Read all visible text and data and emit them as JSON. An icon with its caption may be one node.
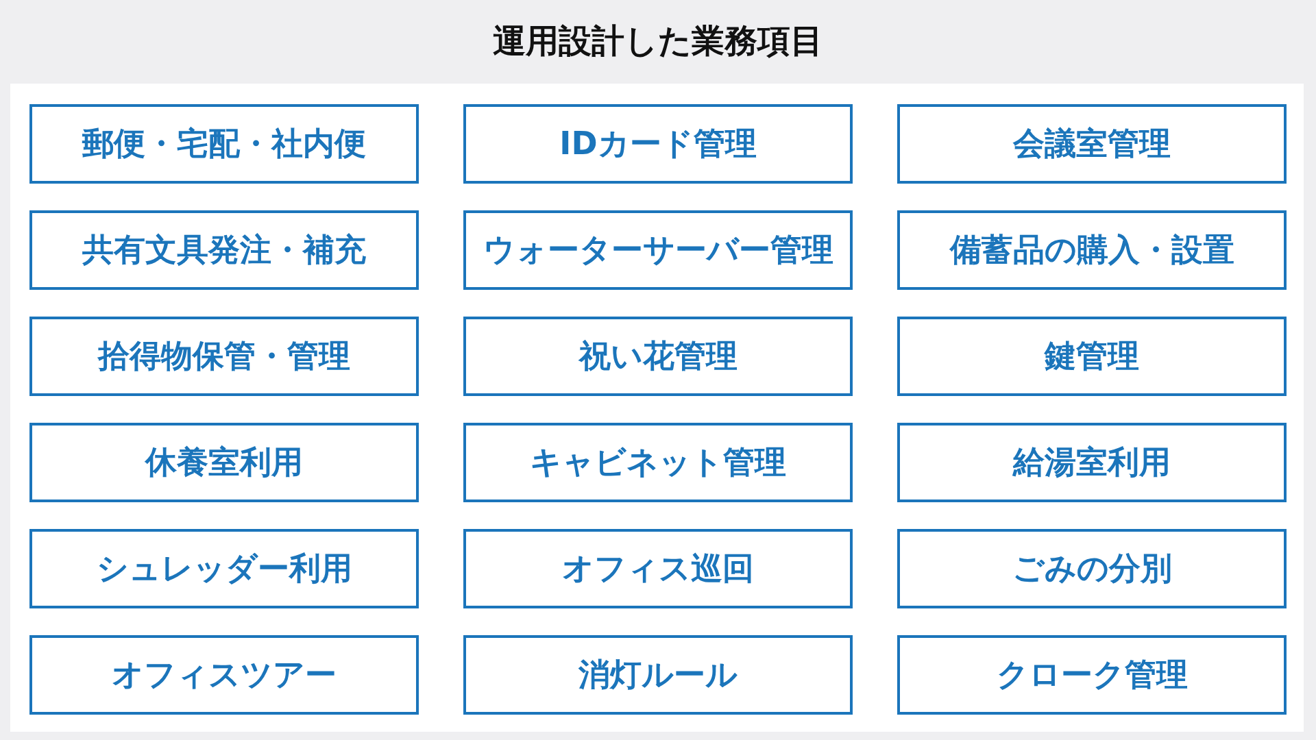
{
  "diagram": {
    "title": "運用設計した業務項目",
    "nodes": [
      {
        "text": [
          "郵便・宅配・社内便"
        ]
      },
      {
        "text": [
          "IDカード管理"
        ]
      },
      {
        "text": [
          "会議室管理"
        ]
      },
      {
        "text": [
          "共有文具発注・補充"
        ]
      },
      {
        "text": [
          "ウォーターサーバー管理"
        ]
      },
      {
        "text": [
          "備蓄品の購入・設置"
        ]
      },
      {
        "text": [
          "拾得物保管・管理"
        ]
      },
      {
        "text": [
          "祝い花管理"
        ]
      },
      {
        "text": [
          "鍵管理"
        ]
      },
      {
        "text": [
          "休養室利用"
        ]
      },
      {
        "text": [
          "キャビネット管理"
        ]
      },
      {
        "text": [
          "給湯室利用"
        ]
      },
      {
        "text": [
          "シュレッダー利用"
        ]
      },
      {
        "text": [
          "オフィス巡回"
        ]
      },
      {
        "text": [
          "ごみの分別"
        ]
      },
      {
        "text": [
          "オフィスツアー"
        ]
      },
      {
        "text": [
          "消灯ルール"
        ]
      },
      {
        "text": [
          "クローク管理"
        ]
      }
    ]
  }
}
